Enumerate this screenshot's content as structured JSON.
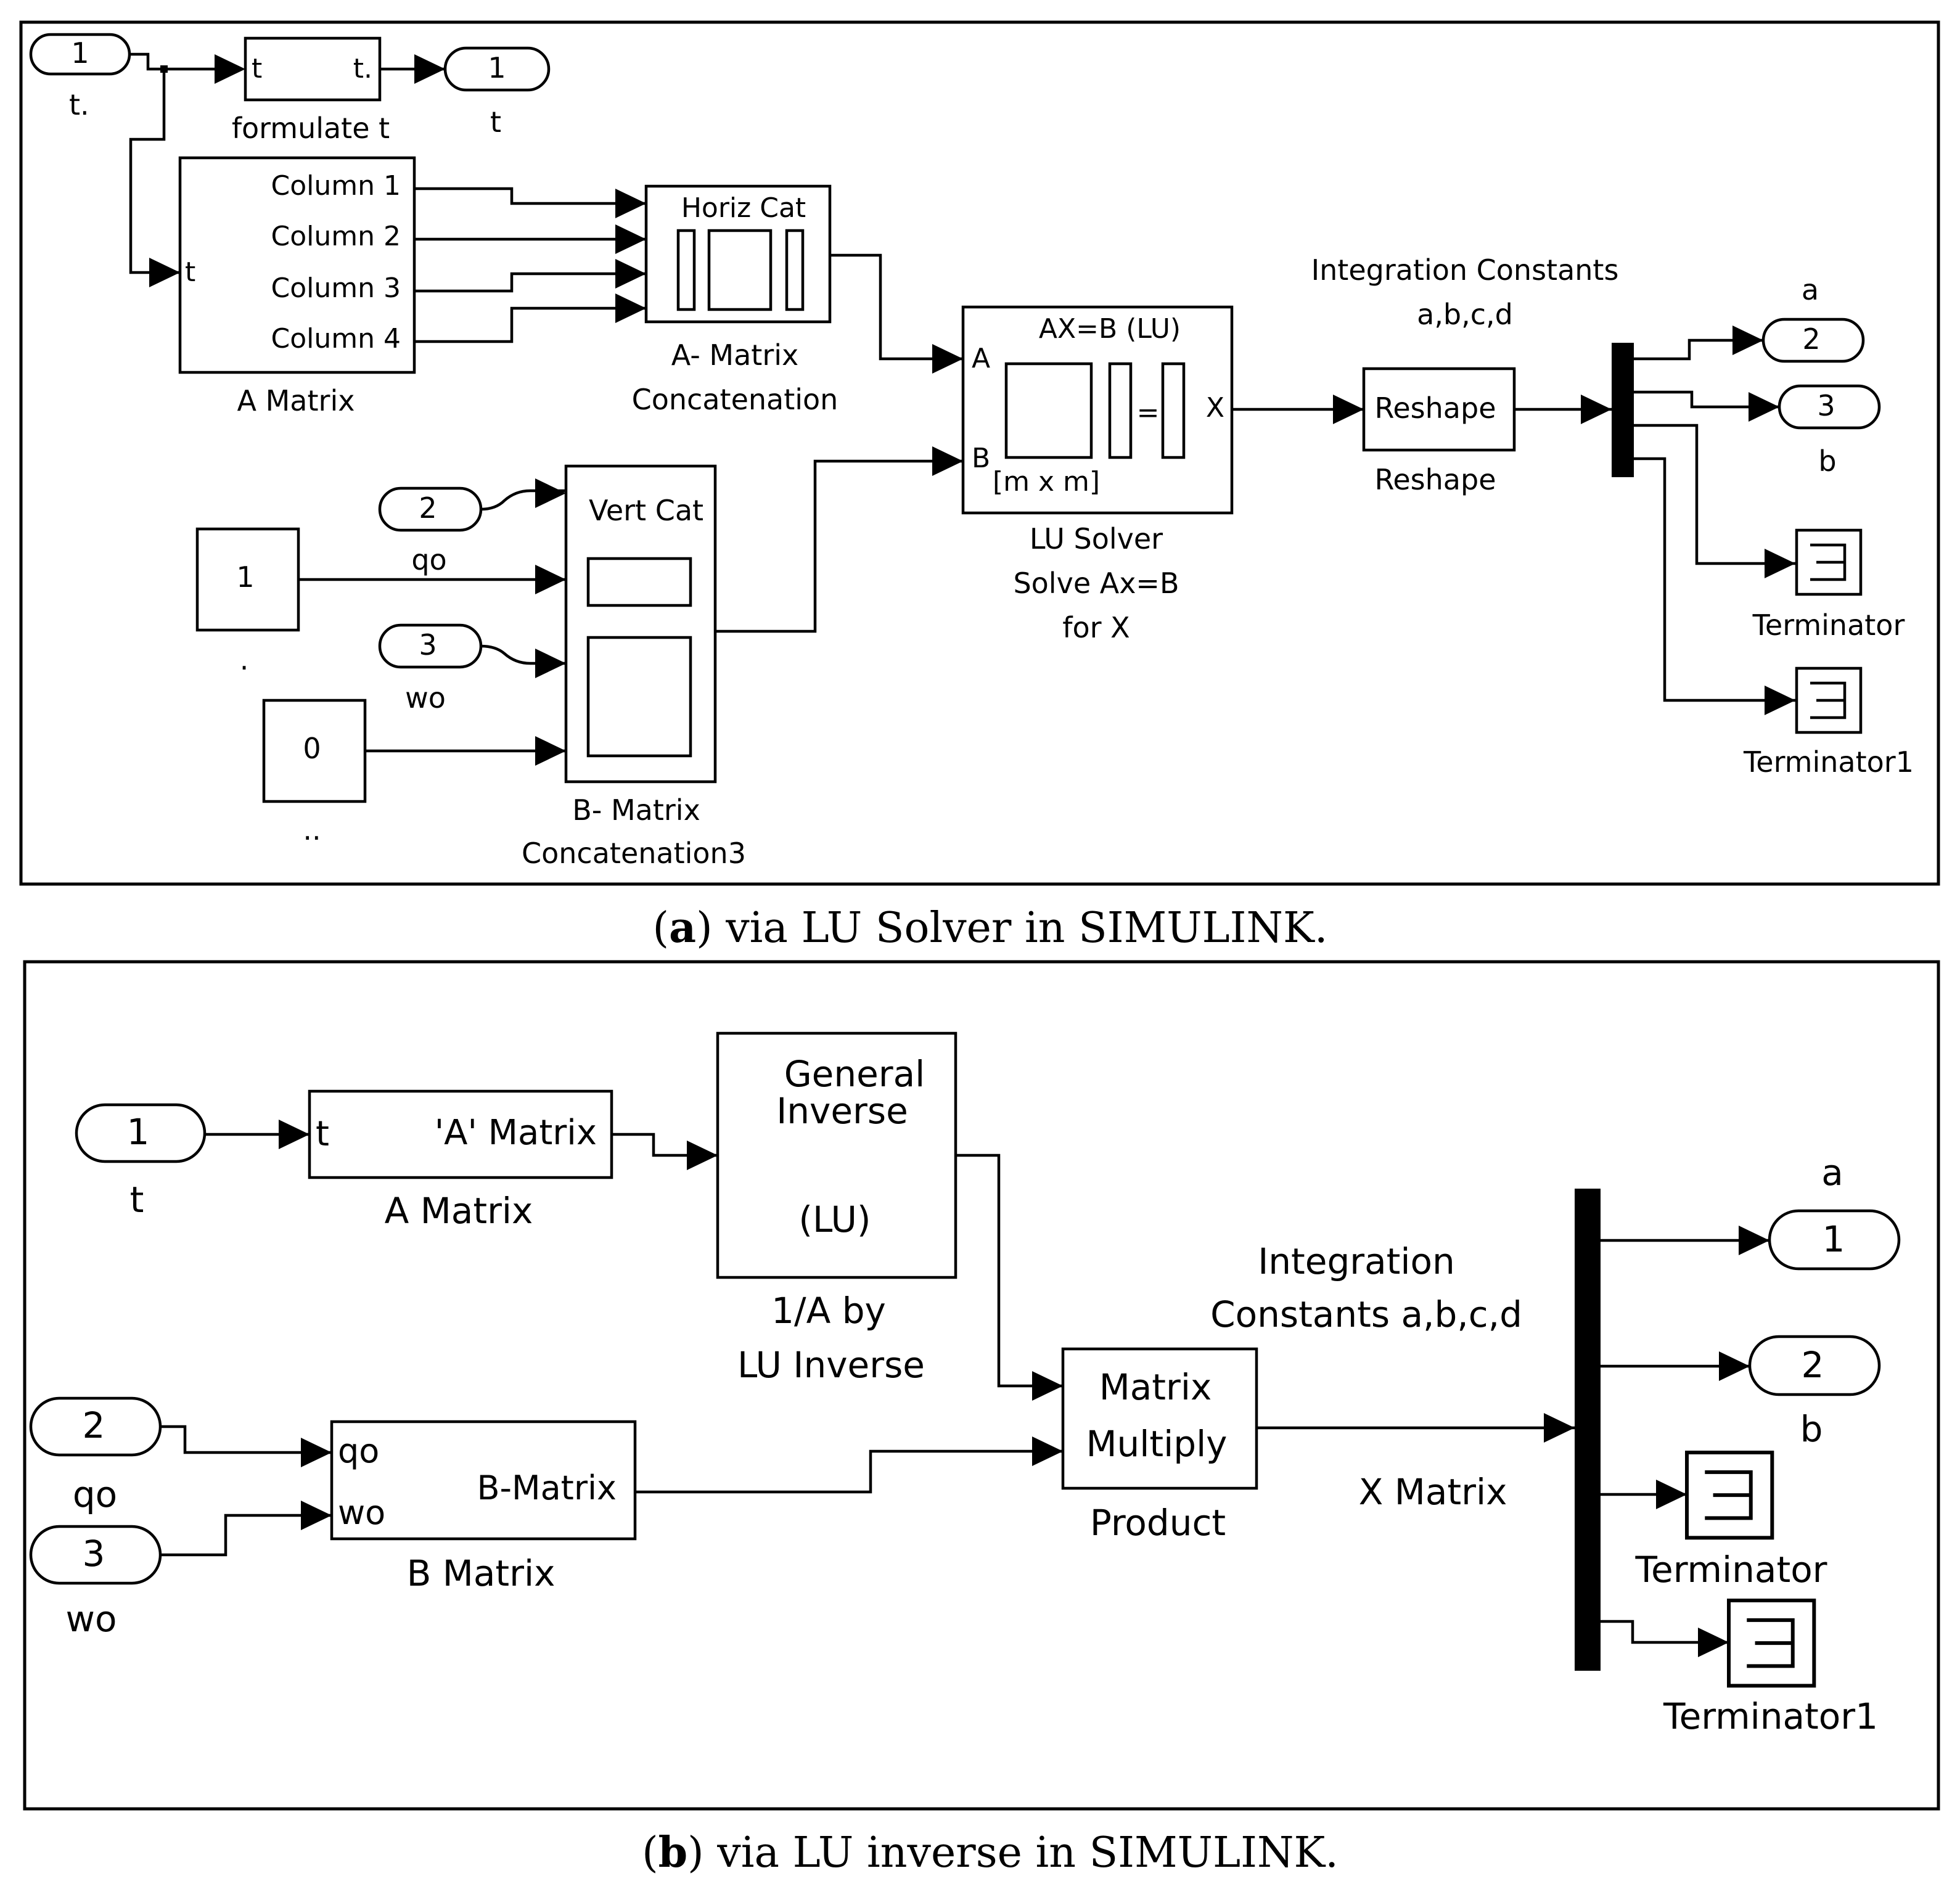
{
  "panel_a": {
    "caption_letter": "a",
    "caption_text": ") via LU Solver in SIMULINK.",
    "in_t_num": "1",
    "in_t_name": "t.",
    "formulate_in_port": "t",
    "formulate_out_port": "t.",
    "formulate_name": "formulate t",
    "out_t_num": "1",
    "out_t_name": "t",
    "amatrix_in_port": "t",
    "amatrix_cols": [
      "Column 1",
      "Column 2",
      "Column 3",
      "Column 4"
    ],
    "amatrix_name": "A Matrix",
    "hcat_title": "Horiz Cat",
    "hcat_name_1": "A- Matrix",
    "hcat_name_2": "Concatenation",
    "lu_title": "AX=B (LU)",
    "lu_port_a": "A",
    "lu_port_b": "B",
    "lu_port_x": "X",
    "lu_dims": "[m x m]",
    "lu_eq": "=",
    "lu_name_1": "LU Solver",
    "lu_name_2": "Solve Ax=B",
    "lu_name_3": "for X",
    "ic_label_1": "Integration Constants",
    "ic_label_2": "a,b,c,d",
    "reshape_text": "Reshape",
    "reshape_name": "Reshape",
    "out_a_num": "2",
    "out_a_name": "a",
    "out_b_num": "3",
    "out_b_name": "b",
    "term_name": "Terminator",
    "term1_name": "Terminator1",
    "in_qo_num": "2",
    "const1_value": "1",
    "const1_name": ".",
    "qo_label": "qo",
    "in_wo_num": "3",
    "wo_label": "wo",
    "const0_value": "0",
    "const0_name": "..",
    "vcat_title": "Vert Cat",
    "vcat_name_1": "B- Matrix",
    "vcat_name_2": "Concatenation3"
  },
  "panel_b": {
    "caption_letter": "b",
    "caption_text": ") via LU inverse in SIMULINK.",
    "in_t_num": "1",
    "in_t_name": "t",
    "amatrix_in_port": "t",
    "amatrix_out_port": "'A' Matrix",
    "amatrix_name": "A Matrix",
    "ginv_line_1": "General",
    "ginv_line_2": "Inverse",
    "ginv_line_3": "(LU)",
    "ginv_name_1": "1/A by",
    "ginv_name_2": "LU Inverse",
    "ic_label_1": "Integration",
    "ic_label_2": "Constants a,b,c,d",
    "prod_line_1": "Matrix",
    "prod_line_2": "Multiply",
    "prod_name": "Product",
    "x_label": "X Matrix",
    "in_qo_num": "2",
    "in_qo_name": "qo",
    "in_wo_num": "3",
    "in_wo_name": "wo",
    "bmatrix_port_qo": "qo",
    "bmatrix_port_wo": "wo",
    "bmatrix_out_port": "B-Matrix",
    "bmatrix_name": "B Matrix",
    "out_a_num": "1",
    "out_a_name": "a",
    "out_b_num": "2",
    "out_b_name": "b",
    "term_name": "Terminator",
    "term1_name": "Terminator1"
  }
}
